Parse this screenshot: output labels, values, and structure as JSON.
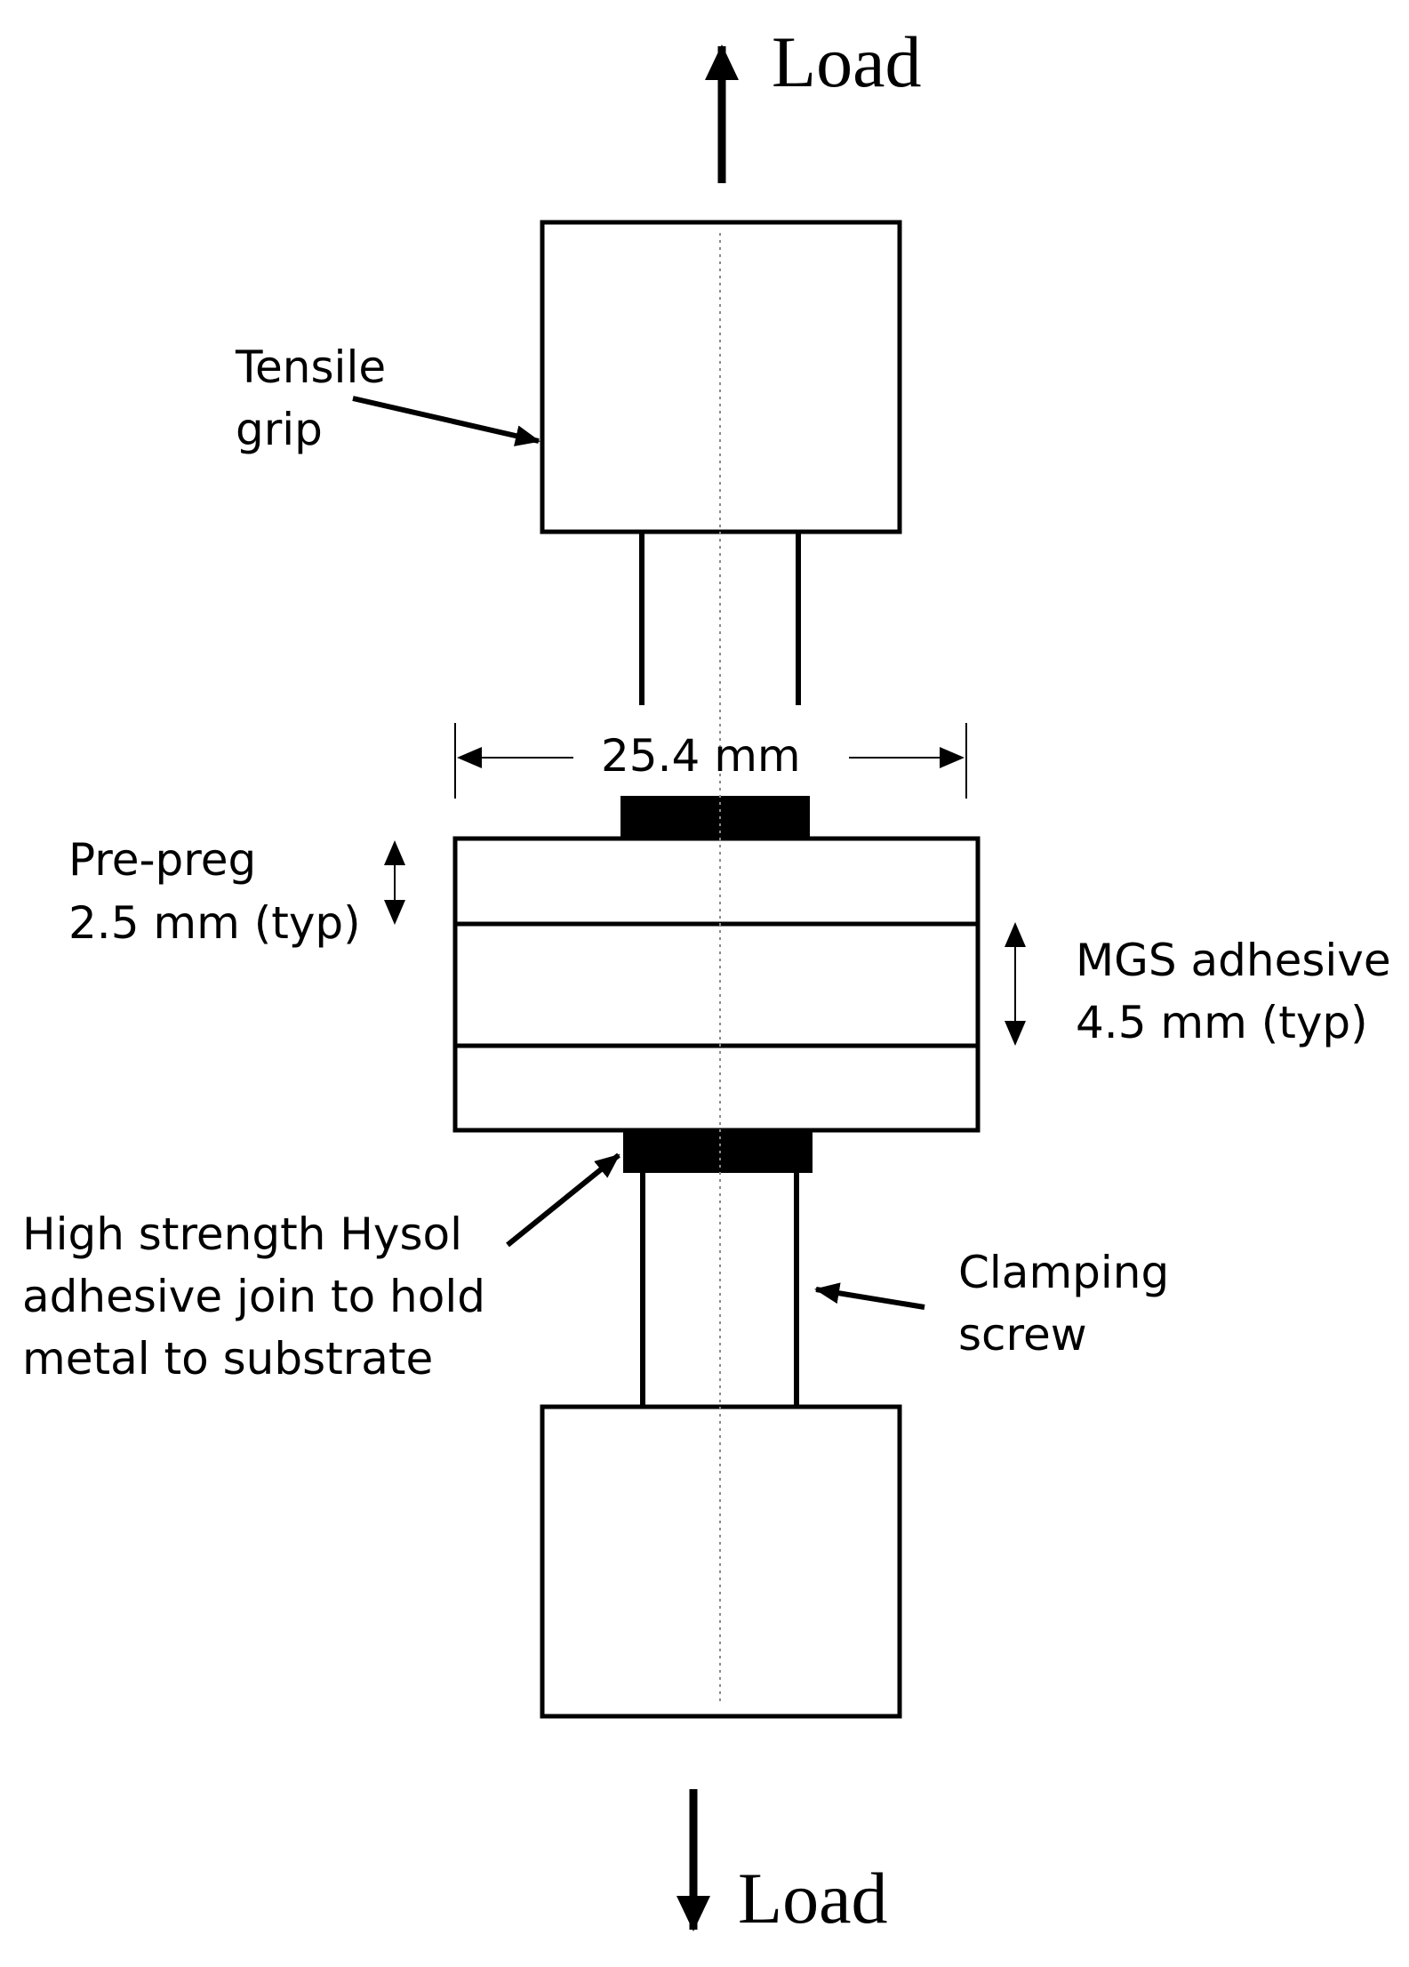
{
  "labels": {
    "load_top": "Load",
    "load_bottom": "Load",
    "tensile_grip": [
      "Tensile",
      "grip"
    ],
    "width_dim": "25.4 mm",
    "prepreg": [
      "Pre-preg",
      "2.5 mm (typ)"
    ],
    "mgs_adhesive": [
      "MGS adhesive",
      "4.5 mm (typ)"
    ],
    "hysol": [
      "High strength Hysol",
      "adhesive join to hold",
      "metal to substrate"
    ],
    "clamping_screw": [
      "Clamping",
      "screw"
    ]
  },
  "colors": {
    "line": "#000000",
    "background": "#ffffff",
    "centerline": "#8a8a8a"
  }
}
